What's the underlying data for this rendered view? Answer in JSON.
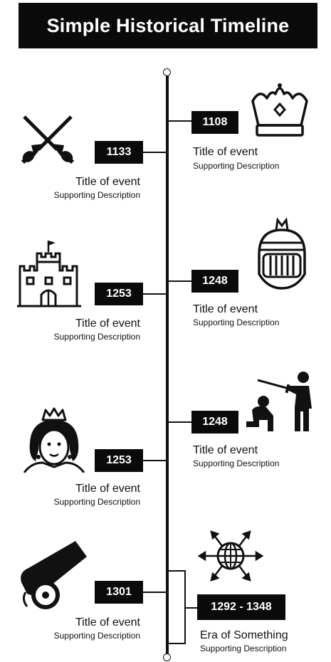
{
  "header": {
    "title": "Simple Historical Timeline"
  },
  "events": [
    {
      "year": "1133",
      "title": "Title of event",
      "desc": "Supporting Description",
      "icon": "crossed-swords-icon"
    },
    {
      "year": "1108",
      "title": "Title of event",
      "desc": "Supporting Description",
      "icon": "crown-icon"
    },
    {
      "year": "1253",
      "title": "Title of event",
      "desc": "Supporting Description",
      "icon": "castle-icon"
    },
    {
      "year": "1248",
      "title": "Title of event",
      "desc": "Supporting Description",
      "icon": "knight-helmet-icon"
    },
    {
      "year": "1253",
      "title": "Title of event",
      "desc": "Supporting Description",
      "icon": "queen-icon"
    },
    {
      "year": "1248",
      "title": "Title of event",
      "desc": "Supporting Description",
      "icon": "knighting-ceremony-icon"
    },
    {
      "year": "1301",
      "title": "Title of event",
      "desc": "Supporting Description",
      "icon": "cannon-icon"
    },
    {
      "year": "1292 - 1348",
      "title": "Era of Something",
      "desc": "Supporting Description",
      "icon": "globe-arrows-icon"
    }
  ]
}
